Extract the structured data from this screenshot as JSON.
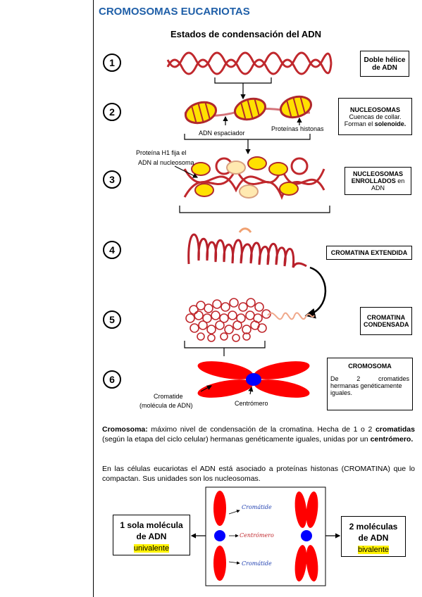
{
  "header": {
    "title": "CROMOSOMAS EUCARIOTAS",
    "subtitle": "Estados de condensación del ADN"
  },
  "steps": [
    "1",
    "2",
    "3",
    "4",
    "5",
    "6"
  ],
  "boxes": {
    "b1": {
      "line1": "Doble hélice",
      "line2": "de ADN"
    },
    "b2": {
      "title": "NUCLEOSOMAS",
      "line1": "Cuencas de collar.",
      "line2a": "Forman el ",
      "line2b": "solenoide."
    },
    "b3": {
      "line1": "NUCLEOSOMAS",
      "line2a": "ENROLLADOS",
      "line2b": " en ADN"
    },
    "b4": {
      "text": "CROMATINA EXTENDIDA"
    },
    "b5": {
      "line1": "CROMATINA",
      "line2": "CONDENSADA"
    },
    "b6": {
      "title": "CROMOSOMA",
      "line1": "De 2 cromatides",
      "line2": "hermanas genéticamente",
      "line3": "iguales."
    }
  },
  "labels": {
    "adn_espaciador": "ADN espaciador",
    "proteinas_histonas": "Proteínas histonas",
    "h1_line1": "Proteína H1 fija el",
    "h1_line2": "ADN al nucleosoma",
    "cromatide": "Cromatide",
    "cromatide_sub": "(molécula de ADN)",
    "centromero": "Centrómero"
  },
  "paragraphs": {
    "p1_b1": "Cromosoma:",
    "p1_t1": " máximo nivel de condensación de la cromatina. Hecha de 1 o 2 ",
    "p1_b2": "cromatidas",
    "p1_t2": " (según la etapa del ciclo celular) hermanas genéticamente iguales, unidas por un ",
    "p1_b3": "centrómero.",
    "p2": "En las células eucariotas el ADN está asociado a proteínas histonas (CROMATINA) que lo compactan. Sus unidades son los nucleosomas."
  },
  "bottom": {
    "left": {
      "line1": "1 sola molécula",
      "line2": "de ADN",
      "tag": "univalente"
    },
    "right": {
      "line1": "2 moléculas",
      "line2": "de ADN",
      "tag": "bivalente"
    },
    "hand_cromatide_top": "Cromátide",
    "hand_centromero": "Centrómero",
    "hand_cromatide_bottom": "Cromátide"
  },
  "colors": {
    "title": "#1f5fa8",
    "dna": "#c0282d",
    "histone": "#ffe100",
    "chromosome": "#ff0000",
    "centromere": "#0000ff",
    "highlight": "#fff200"
  }
}
